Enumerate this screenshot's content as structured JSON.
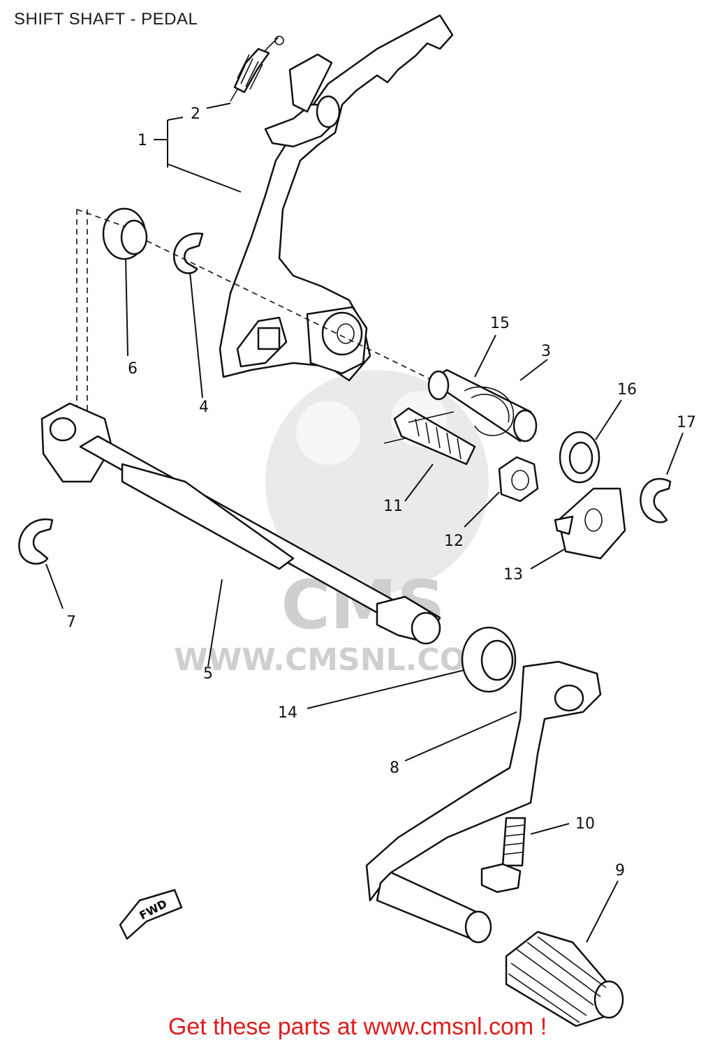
{
  "title": "SHIFT SHAFT - PEDAL",
  "watermark": {
    "brand": "CMS",
    "url": "WWW.CMSNL.COM"
  },
  "fwd_marker": "FWD",
  "callouts": [
    "1",
    "2",
    "3",
    "4",
    "5",
    "6",
    "7",
    "8",
    "9",
    "10",
    "11",
    "12",
    "13",
    "14",
    "15",
    "16",
    "17"
  ],
  "footer": "Get these parts at www.cmsnl.com !",
  "colors": {
    "footer": "#e01b1b",
    "line": "#111111",
    "watermark": "#d8d8d8"
  }
}
